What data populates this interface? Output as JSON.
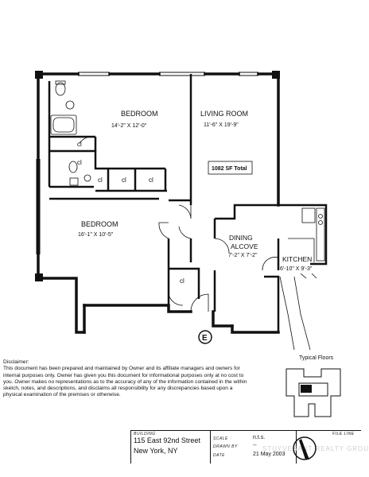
{
  "plan": {
    "rooms": {
      "bedroom1": {
        "name": "BEDROOM",
        "dims": "14'-2\" X 12'-0\""
      },
      "living": {
        "name": "LIVING ROOM",
        "dims": "11'-6\" X 19'-9\""
      },
      "bedroom2": {
        "name": "BEDROOM",
        "dims": "16'-1\" X 10'-5\""
      },
      "dining": {
        "name1": "DINING",
        "name2": "ALCOVE",
        "dims": "7'-2\" X 7'-2\""
      },
      "kitchen": {
        "name": "KITCHEN",
        "dims": "6'-10\" X 9'-3\""
      }
    },
    "closet_label": "cl",
    "total": "1082 SF Total",
    "entry_marker": "E"
  },
  "typical_floors": "Typical Floors",
  "disclaimer": {
    "title": "Disclaimer:",
    "lines": [
      "This document has been prepared and maintained by Owner and its affiliate managers and owners for",
      "internal purposes only.  Owner has given you this document for informational purposes only at no cost to",
      "you.  Owner makes no representations as to the accuracy of any of the information contained in the within",
      "sketch, notes, and descriptions, and disclaims all responsibility for any discrepancies based upon a",
      "physical examination of the premises or otherwise."
    ]
  },
  "title_block": {
    "building_caption": "BUILDING",
    "address1": "115 East 92nd Street",
    "address2": "New York, NY",
    "scale_caption": "SCALE",
    "scale_value": "n.t.s.",
    "drawn_caption": "DRAWN BY",
    "drawn_value": "--",
    "date_caption": "DATE",
    "date_value": "21 May 2003",
    "file_caption": "FILE LINE",
    "watermark": "STUYVESANT REALTY GROUP"
  }
}
